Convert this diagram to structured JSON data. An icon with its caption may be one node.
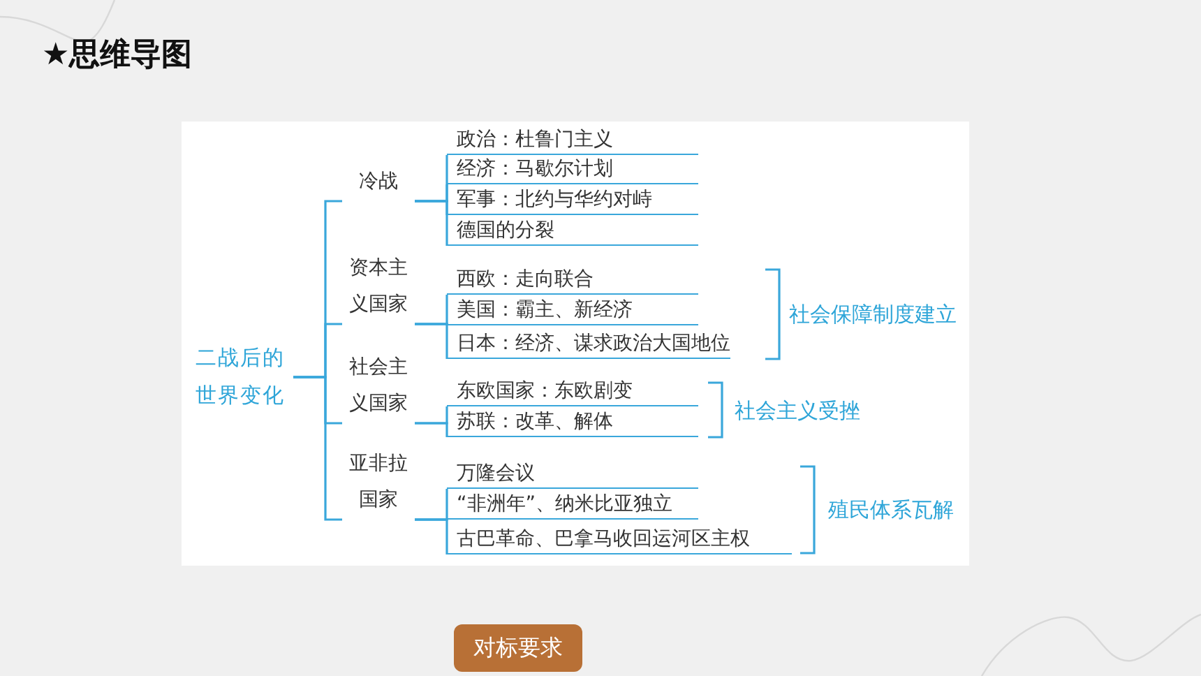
{
  "diagram": {
    "title": "★思维导图",
    "nodes": [
      {
        "text": [
          "二战后的世界变化"
        ]
      },
      {
        "text": [
          "冷战"
        ]
      },
      {
        "text": [
          "政治：杜鲁门主义"
        ]
      },
      {
        "text": [
          "经济：马歇尔计划"
        ]
      },
      {
        "text": [
          "军事：北约与华约对峙"
        ]
      },
      {
        "text": [
          "德国的分裂"
        ]
      },
      {
        "text": [
          "资本主义国家"
        ]
      },
      {
        "text": [
          "西欧：走向联合"
        ]
      },
      {
        "text": [
          "美国：霸主、新经济"
        ]
      },
      {
        "text": [
          "日本：经济、谋求政治大国地位"
        ]
      },
      {
        "text": [
          "社会主义国家"
        ]
      },
      {
        "text": [
          "东欧国家：东欧剧变"
        ]
      },
      {
        "text": [
          "苏联：改革、解体"
        ]
      },
      {
        "text": [
          "亚非拉国家"
        ]
      },
      {
        "text": [
          "万隆会议"
        ]
      },
      {
        "text": [
          "“非洲年”、纳米比亚独立"
        ]
      },
      {
        "text": [
          "古巴革命、巴拿马收回运河区主权"
        ]
      },
      {
        "text": [
          "对标要求"
        ]
      }
    ],
    "edges": [
      {
        "from": 0,
        "to": 1,
        "arrow": "none"
      },
      {
        "from": 0,
        "to": 6,
        "arrow": "none"
      },
      {
        "from": 0,
        "to": 10,
        "arrow": "none"
      },
      {
        "from": 0,
        "to": 13,
        "arrow": "none"
      },
      {
        "from": 1,
        "to": 2,
        "arrow": "none"
      },
      {
        "from": 1,
        "to": 3,
        "arrow": "none"
      },
      {
        "from": 1,
        "to": 4,
        "arrow": "none"
      },
      {
        "from": 1,
        "to": 5,
        "arrow": "none"
      },
      {
        "from": 6,
        "to": 7,
        "arrow": "none"
      },
      {
        "from": 6,
        "to": 8,
        "arrow": "none"
      },
      {
        "from": 6,
        "to": 9,
        "arrow": "none"
      },
      {
        "from": 10,
        "to": 11,
        "arrow": "none"
      },
      {
        "from": 10,
        "to": 12,
        "arrow": "none"
      },
      {
        "from": 13,
        "to": 14,
        "arrow": "none"
      },
      {
        "from": 13,
        "to": 15,
        "arrow": "none"
      },
      {
        "from": 13,
        "to": 16,
        "arrow": "none"
      }
    ],
    "labels": [
      "社会保障制度建立",
      "社会主义受挫",
      "殖民体系瓦解"
    ]
  }
}
